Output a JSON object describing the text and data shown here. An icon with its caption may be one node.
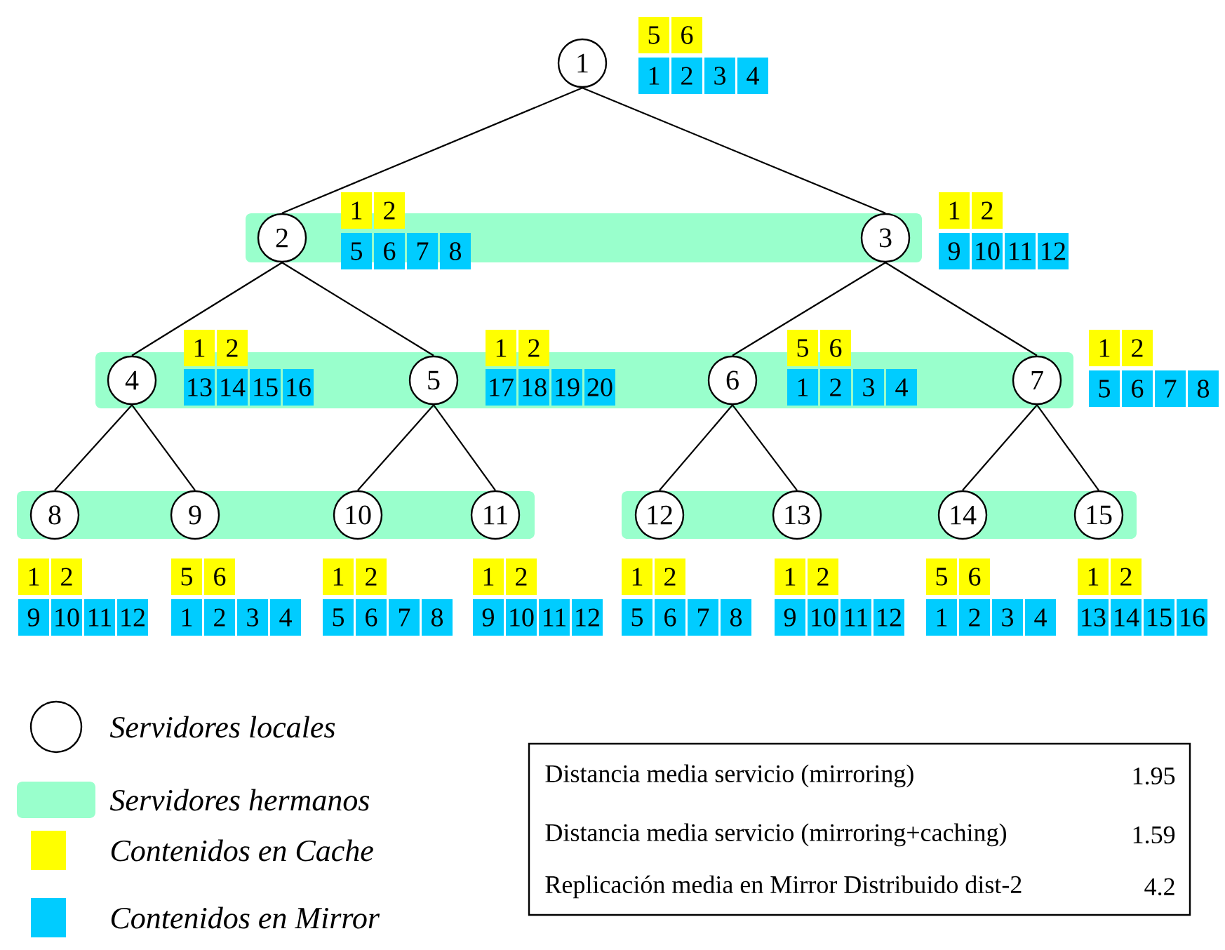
{
  "diagram": {
    "nodes": [
      {
        "text": [
          "1"
        ]
      },
      {
        "text": [
          "5"
        ]
      },
      {
        "text": [
          "6"
        ]
      },
      {
        "text": [
          "1"
        ]
      },
      {
        "text": [
          "2"
        ]
      },
      {
        "text": [
          "3"
        ]
      },
      {
        "text": [
          "4"
        ]
      },
      {
        "text": [],
        "shape": "band"
      },
      {
        "text": [
          "2"
        ],
        "in": 7
      },
      {
        "text": [
          "1"
        ]
      },
      {
        "text": [
          "2"
        ]
      },
      {
        "text": [
          "5"
        ]
      },
      {
        "text": [
          "6"
        ]
      },
      {
        "text": [
          "7"
        ]
      },
      {
        "text": [
          "8"
        ]
      },
      {
        "text": [
          "3"
        ],
        "in": 7
      },
      {
        "text": [
          "1"
        ]
      },
      {
        "text": [
          "2"
        ]
      },
      {
        "text": [
          "9"
        ]
      },
      {
        "text": [
          "10"
        ]
      },
      {
        "text": [
          "11"
        ]
      },
      {
        "text": [
          "12"
        ]
      },
      {
        "text": [],
        "shape": "band"
      },
      {
        "text": [
          "4"
        ],
        "in": 22
      },
      {
        "text": [
          "1"
        ]
      },
      {
        "text": [
          "2"
        ]
      },
      {
        "text": [
          "13"
        ],
        "in": 22
      },
      {
        "text": [
          "14"
        ],
        "in": 22
      },
      {
        "text": [
          "15"
        ],
        "in": 22
      },
      {
        "text": [
          "16"
        ],
        "in": 22
      },
      {
        "text": [
          "5"
        ],
        "in": 22
      },
      {
        "text": [
          "1"
        ]
      },
      {
        "text": [
          "2"
        ]
      },
      {
        "text": [
          "17"
        ],
        "in": 22
      },
      {
        "text": [
          "18"
        ],
        "in": 22
      },
      {
        "text": [
          "19"
        ],
        "in": 22
      },
      {
        "text": [
          "20"
        ],
        "in": 22
      },
      {
        "text": [
          "6"
        ],
        "in": 22
      },
      {
        "text": [
          "5"
        ]
      },
      {
        "text": [
          "6"
        ]
      },
      {
        "text": [
          "1"
        ],
        "in": 22
      },
      {
        "text": [
          "2"
        ],
        "in": 22
      },
      {
        "text": [
          "3"
        ],
        "in": 22
      },
      {
        "text": [
          "4"
        ],
        "in": 22
      },
      {
        "text": [
          "7"
        ],
        "in": 22
      },
      {
        "text": [
          "1"
        ]
      },
      {
        "text": [
          "2"
        ]
      },
      {
        "text": [
          "5"
        ]
      },
      {
        "text": [
          "6"
        ]
      },
      {
        "text": [
          "7"
        ]
      },
      {
        "text": [
          "8"
        ]
      },
      {
        "text": [],
        "shape": "band"
      },
      {
        "text": [
          "8"
        ],
        "in": 51
      },
      {
        "text": [
          "9"
        ],
        "in": 51
      },
      {
        "text": [
          "10"
        ],
        "in": 51
      },
      {
        "text": [
          "11"
        ],
        "in": 51
      },
      {
        "text": [],
        "shape": "band"
      },
      {
        "text": [
          "12"
        ],
        "in": 56
      },
      {
        "text": [
          "13"
        ],
        "in": 56
      },
      {
        "text": [
          "14"
        ],
        "in": 56
      },
      {
        "text": [
          "15"
        ],
        "in": 56
      },
      {
        "text": [
          "1"
        ]
      },
      {
        "text": [
          "2"
        ]
      },
      {
        "text": [
          "9"
        ]
      },
      {
        "text": [
          "10"
        ]
      },
      {
        "text": [
          "11"
        ]
      },
      {
        "text": [
          "12"
        ]
      },
      {
        "text": [
          "5"
        ]
      },
      {
        "text": [
          "6"
        ]
      },
      {
        "text": [
          "1"
        ]
      },
      {
        "text": [
          "2"
        ]
      },
      {
        "text": [
          "3"
        ]
      },
      {
        "text": [
          "4"
        ]
      },
      {
        "text": [
          "1"
        ]
      },
      {
        "text": [
          "2"
        ]
      },
      {
        "text": [
          "5"
        ]
      },
      {
        "text": [
          "6"
        ]
      },
      {
        "text": [
          "7"
        ]
      },
      {
        "text": [
          "8"
        ]
      },
      {
        "text": [
          "1"
        ]
      },
      {
        "text": [
          "2"
        ]
      },
      {
        "text": [
          "9"
        ]
      },
      {
        "text": [
          "10"
        ]
      },
      {
        "text": [
          "11"
        ]
      },
      {
        "text": [
          "12"
        ]
      },
      {
        "text": [
          "1"
        ]
      },
      {
        "text": [
          "2"
        ]
      },
      {
        "text": [
          "5"
        ]
      },
      {
        "text": [
          "6"
        ]
      },
      {
        "text": [
          "7"
        ]
      },
      {
        "text": [
          "8"
        ]
      },
      {
        "text": [
          "1"
        ]
      },
      {
        "text": [
          "2"
        ]
      },
      {
        "text": [
          "9"
        ]
      },
      {
        "text": [
          "10"
        ]
      },
      {
        "text": [
          "11"
        ]
      },
      {
        "text": [
          "12"
        ]
      },
      {
        "text": [
          "5"
        ]
      },
      {
        "text": [
          "6"
        ]
      },
      {
        "text": [
          "1"
        ]
      },
      {
        "text": [
          "2"
        ]
      },
      {
        "text": [
          "3"
        ]
      },
      {
        "text": [
          "4"
        ]
      },
      {
        "text": [
          "1"
        ]
      },
      {
        "text": [
          "2"
        ]
      },
      {
        "text": [
          "13"
        ]
      },
      {
        "text": [
          "14"
        ]
      },
      {
        "text": [
          "15"
        ]
      },
      {
        "text": [
          "16"
        ]
      }
    ],
    "edges": [
      {
        "from": 0,
        "to": 8,
        "arrow": "none"
      },
      {
        "from": 0,
        "to": 15,
        "arrow": "none"
      },
      {
        "from": 8,
        "to": 23,
        "arrow": "none"
      },
      {
        "from": 8,
        "to": 30,
        "arrow": "none"
      },
      {
        "from": 15,
        "to": 37,
        "arrow": "none"
      },
      {
        "from": 15,
        "to": 44,
        "arrow": "none"
      },
      {
        "from": 23,
        "to": 52,
        "arrow": "none"
      },
      {
        "from": 23,
        "to": 53,
        "arrow": "none"
      },
      {
        "from": 30,
        "to": 54,
        "arrow": "none"
      },
      {
        "from": 30,
        "to": 55,
        "arrow": "none"
      },
      {
        "from": 37,
        "to": 57,
        "arrow": "none"
      },
      {
        "from": 37,
        "to": 58,
        "arrow": "none"
      },
      {
        "from": 44,
        "to": 59,
        "arrow": "none"
      },
      {
        "from": 44,
        "to": 60,
        "arrow": "none"
      }
    ],
    "labels": [
      "Distancia media servicio (mirroring)",
      "1.95",
      "Distancia media servicio (mirroring+caching)",
      "1.59",
      "Replicación media en Mirror Distribuido dist-2",
      "4.2"
    ],
    "legend": [
      {
        "text": "Servidores locales"
      },
      {
        "text": "Servidores hermanos",
        "color": "#99ffcc"
      },
      {
        "text": "Contenidos en Cache",
        "color": "#ffff00"
      },
      {
        "text": "Contenidos en Mirror",
        "color": "#00ccff"
      }
    ]
  }
}
